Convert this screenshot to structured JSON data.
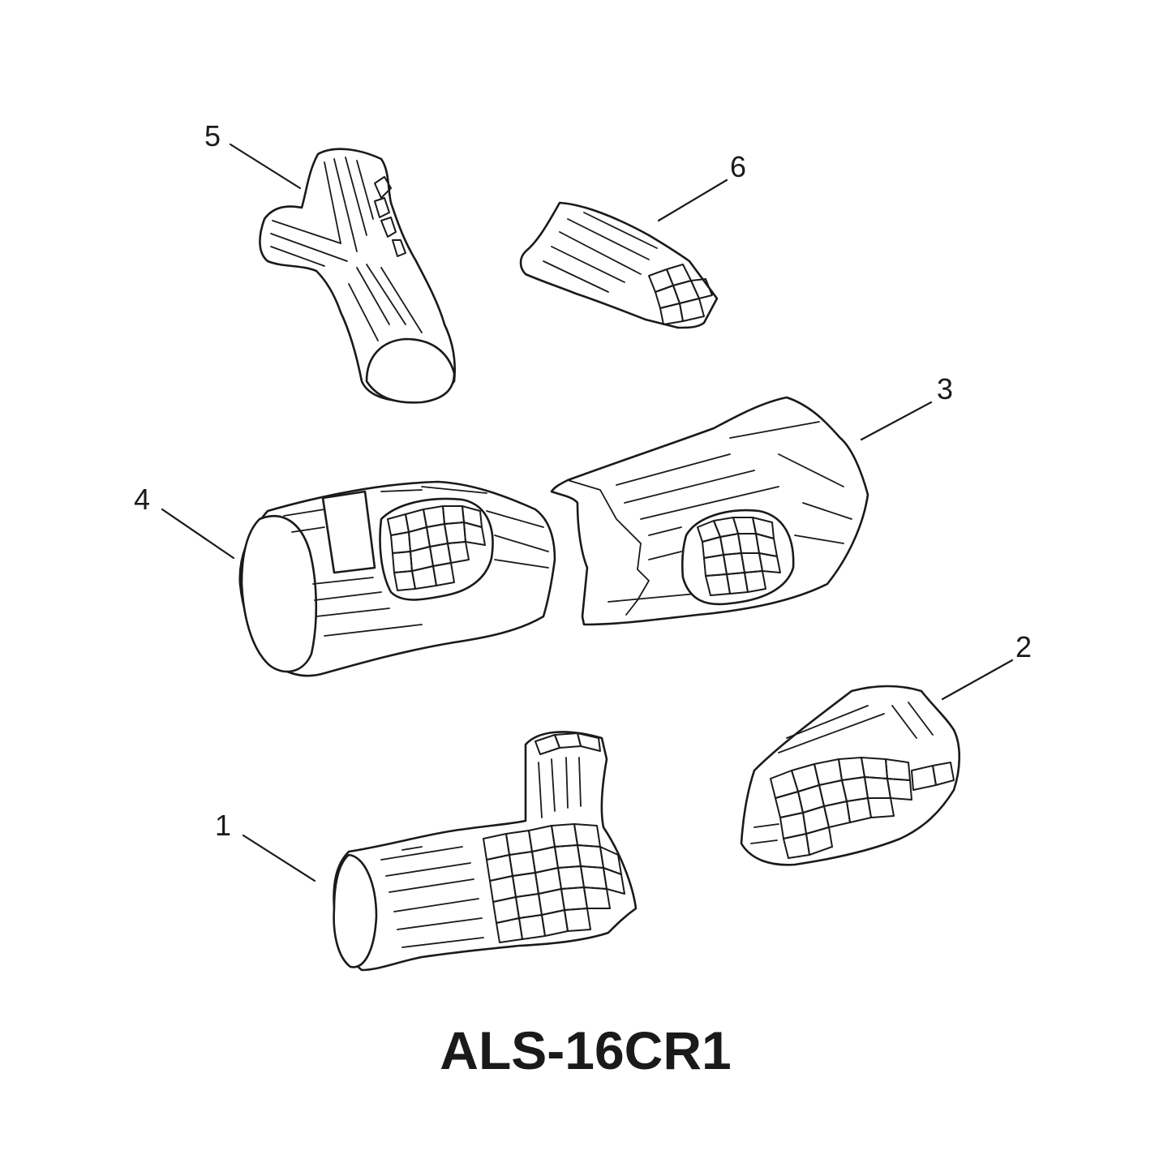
{
  "diagram": {
    "title": "ALS-16CR1",
    "colors": {
      "ink": "#1a1a1a",
      "background": "#ffffff"
    },
    "parts": [
      {
        "id": "1",
        "label": "1"
      },
      {
        "id": "2",
        "label": "2"
      },
      {
        "id": "3",
        "label": "3"
      },
      {
        "id": "4",
        "label": "4"
      },
      {
        "id": "5",
        "label": "5"
      },
      {
        "id": "6",
        "label": "6"
      }
    ]
  }
}
